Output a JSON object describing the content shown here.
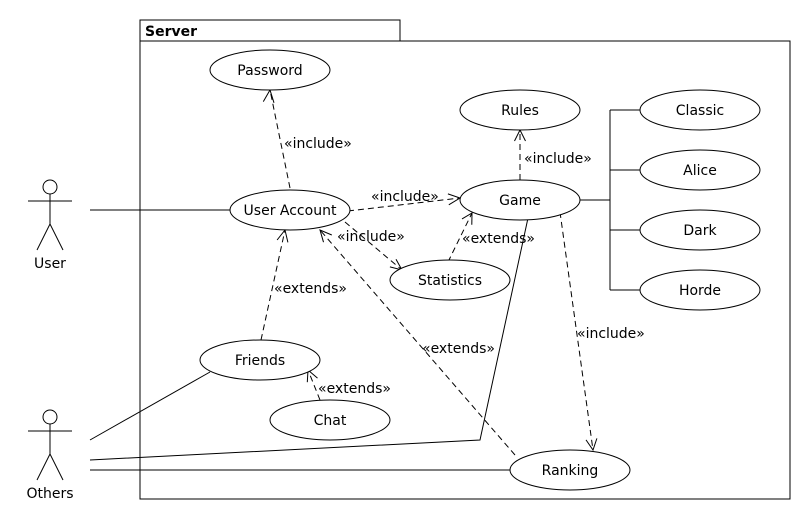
{
  "package": {
    "title": "Server"
  },
  "actors": {
    "user": {
      "label": "User"
    },
    "others": {
      "label": "Others"
    }
  },
  "use_cases": {
    "password": "Password",
    "user_account": "User Account",
    "friends": "Friends",
    "chat": "Chat",
    "rules": "Rules",
    "game": "Game",
    "statistics": "Statistics",
    "ranking": "Ranking",
    "classic": "Classic",
    "alice": "Alice",
    "dark": "Dark",
    "horde": "Horde"
  },
  "relation_labels": {
    "account_password": "«include»",
    "account_game": "«include»",
    "account_statistics": "«include»",
    "game_rules": "«include»",
    "statistics_game": "«extends»",
    "friends_account": "«extends»",
    "ranking_account": "«extends»",
    "chat_friends": "«extends»",
    "game_ranking": "«include»"
  }
}
